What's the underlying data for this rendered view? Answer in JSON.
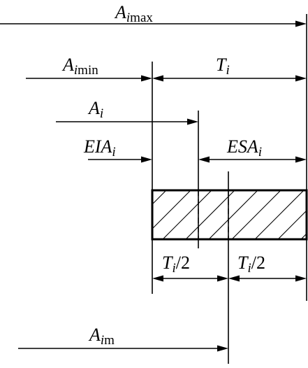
{
  "labels": {
    "a_max": {
      "main": "A",
      "sub": "i",
      "tail": "max"
    },
    "a_min": {
      "main": "A",
      "sub": "i",
      "tail": "min"
    },
    "t": {
      "main": "T",
      "sub": "i"
    },
    "a": {
      "main": "A",
      "sub": "i"
    },
    "eia": {
      "main": "EIA",
      "sub": "i"
    },
    "esa": {
      "main": "ESA",
      "sub": "i"
    },
    "t_half_left": {
      "main": "T",
      "sub": "i",
      "tail": "/2"
    },
    "t_half_right": {
      "main": "T",
      "sub": "i",
      "tail": "/2"
    },
    "a_m": {
      "main": "A",
      "sub": "i",
      "tail": "m"
    }
  }
}
